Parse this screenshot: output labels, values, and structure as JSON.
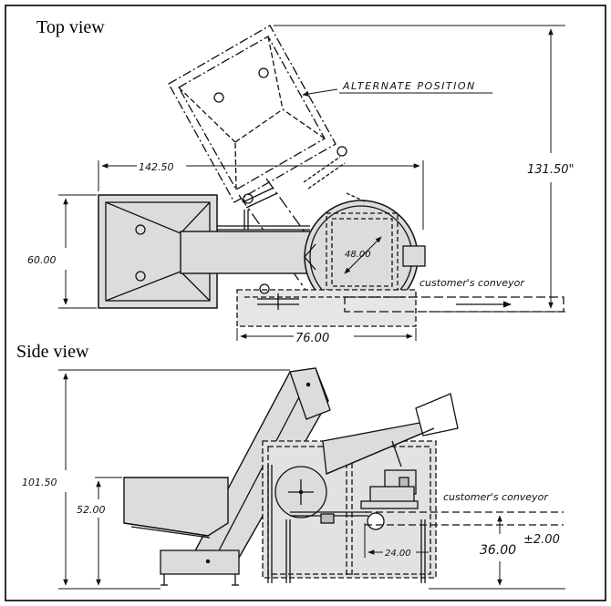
{
  "labels": {
    "top_view": "Top view",
    "side_view": "Side view",
    "alternate_position": "ALTERNATE POSITION",
    "customers_conveyor_top": "customer's conveyor",
    "customers_conveyor_side": "customer's conveyor"
  },
  "dimensions": {
    "overall_length": "142.50",
    "overall_height_top": "131.50\"",
    "width": "60.00",
    "diameter": "48.00",
    "base_length": "76.00",
    "overall_height_side": "101.50",
    "hopper_height": "52.00",
    "offset": "24.00",
    "conveyor_height": "36.00",
    "tolerance": "±2.00"
  },
  "colors": {
    "line": "#111111",
    "shade": "#dcdcdc",
    "frame": "#000000"
  }
}
